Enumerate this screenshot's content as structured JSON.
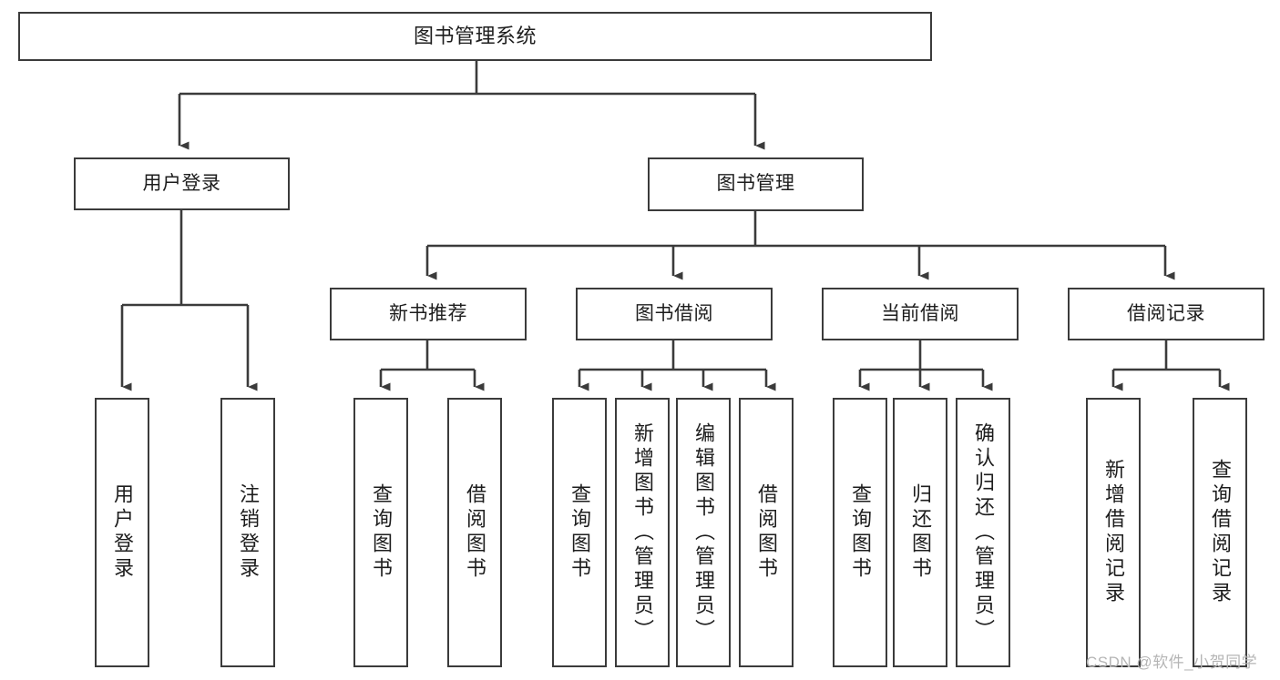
{
  "diagram": {
    "title": "图书管理系统",
    "type": "tree-hierarchy-diagram",
    "colors": {
      "box_border": "#3b3b3b",
      "box_fill": "#ffffff",
      "connector": "#3b3b3b",
      "text": "#1d1d1d",
      "watermark": "#b5b5b5",
      "background": "#ffffff"
    },
    "root": {
      "label": "图书管理系统"
    },
    "level1": [
      {
        "label": "用户登录"
      },
      {
        "label": "图书管理"
      }
    ],
    "level2": [
      {
        "label": "新书推荐"
      },
      {
        "label": "图书借阅"
      },
      {
        "label": "当前借阅"
      },
      {
        "label": "借阅记录"
      }
    ],
    "leaves": {
      "user_login": [
        {
          "label": "用户登录"
        },
        {
          "label": "注销登录"
        }
      ],
      "new_book_recommend": [
        {
          "label": "查询图书"
        },
        {
          "label": "借阅图书"
        }
      ],
      "book_borrow": [
        {
          "label": "查询图书"
        },
        {
          "label": "新增图书（管理员）"
        },
        {
          "label": "编辑图书（管理员）"
        },
        {
          "label": "借阅图书"
        }
      ],
      "current_borrow": [
        {
          "label": "查询图书"
        },
        {
          "label": "归还图书"
        },
        {
          "label": "确认归还（管理员）"
        }
      ],
      "borrow_record": [
        {
          "label": "新增借阅记录"
        },
        {
          "label": "查询借阅记录"
        }
      ]
    },
    "watermark": "CSDN @软件_小贺同学"
  }
}
